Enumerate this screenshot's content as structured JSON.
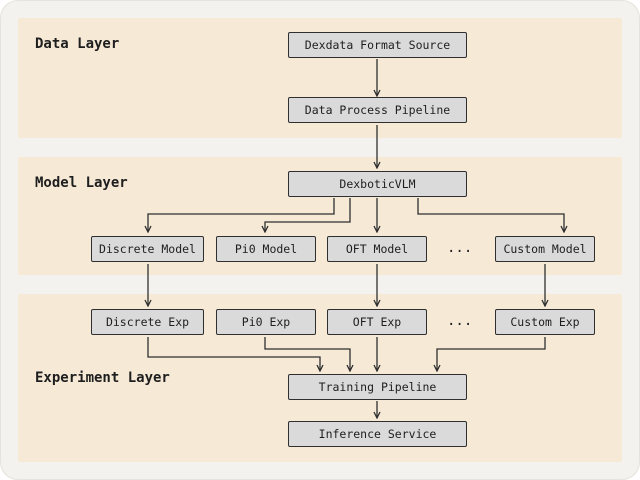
{
  "layers": {
    "data": "Data Layer",
    "model": "Model Layer",
    "experiment": "Experiment Layer"
  },
  "nodes": {
    "source": "Dexdata Format Source",
    "pipeline": "Data Process Pipeline",
    "vlm": "DexboticVLM",
    "discrete_model": "Discrete Model",
    "pi0_model": "Pi0 Model",
    "oft_model": "OFT Model",
    "custom_model": "Custom Model",
    "discrete_exp": "Discrete Exp",
    "pi0_exp": "Pi0 Exp",
    "oft_exp": "OFT Exp",
    "custom_exp": "Custom Exp",
    "training": "Training Pipeline",
    "inference": "Inference Service"
  },
  "ellipsis": "...",
  "colors": {
    "frame": "#f4f2ee",
    "band": "#f6ead7",
    "node_fill": "#dadada",
    "line": "#2f2f2f"
  }
}
